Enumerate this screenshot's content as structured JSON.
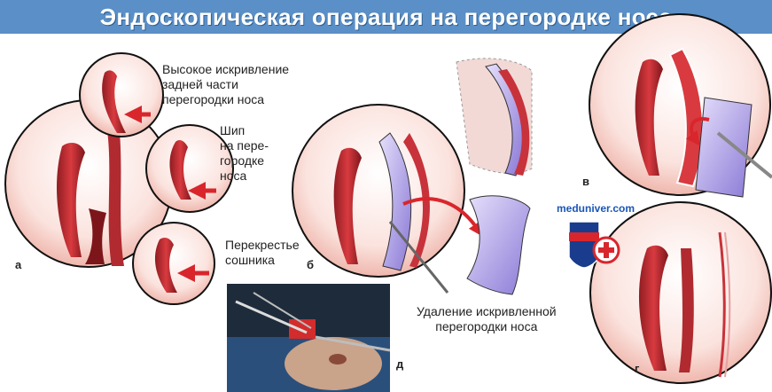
{
  "title": "Эндоскопическая операция на перегородке носа",
  "labels": {
    "high_curve": "Высокое искривление\nзадней части\nперегородки носа",
    "spur": "Шип\nна пере-\nгородке\nноса",
    "crossing": "Перекрестье\nсошника",
    "removal": "Удаление искривленной\nперегородки носа"
  },
  "letters": {
    "a": "а",
    "b": "б",
    "v": "в",
    "g": "г",
    "d": "д"
  },
  "watermark": "meduniver.com",
  "colors": {
    "title_bg": "#5a8fc7",
    "tissue_red": "#c8323a",
    "septum_purple": "#8a78d6",
    "arrow_red": "#d8262c"
  }
}
